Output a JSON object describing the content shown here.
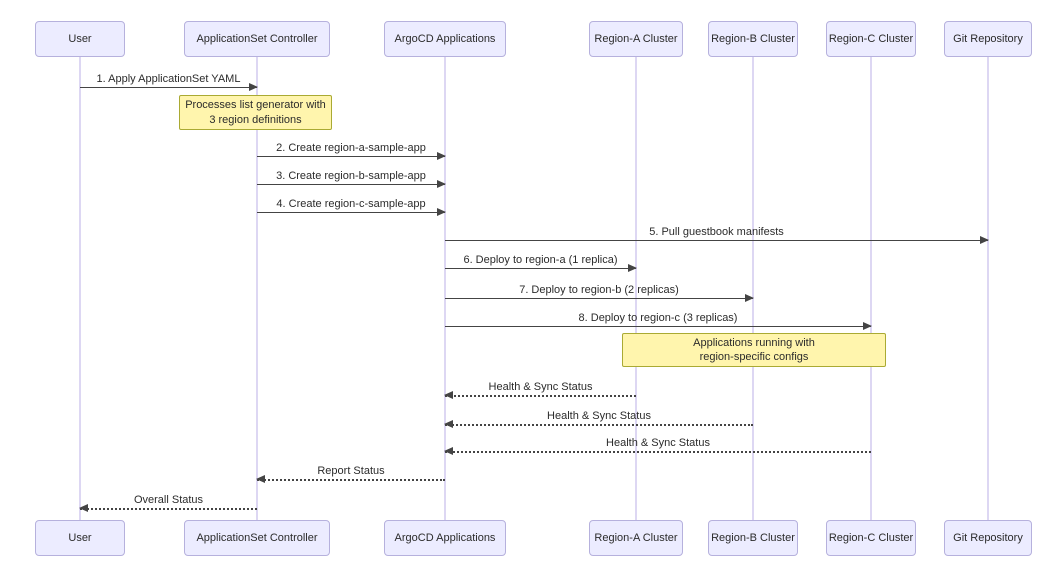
{
  "diagram": {
    "type": "sequence-diagram",
    "actors": [
      {
        "id": "user",
        "label": "User"
      },
      {
        "id": "appset",
        "label": "ApplicationSet Controller"
      },
      {
        "id": "argocd",
        "label": "ArgoCD Applications"
      },
      {
        "id": "region_a",
        "label": "Region-A Cluster"
      },
      {
        "id": "region_b",
        "label": "Region-B Cluster"
      },
      {
        "id": "region_c",
        "label": "Region-C Cluster"
      },
      {
        "id": "git",
        "label": "Git Repository"
      }
    ],
    "messages": [
      {
        "from": "user",
        "to": "appset",
        "line": "solid",
        "label": "1. Apply ApplicationSet YAML"
      },
      {
        "from": "appset",
        "to": "argocd",
        "line": "solid",
        "label": "2. Create region-a-sample-app"
      },
      {
        "from": "appset",
        "to": "argocd",
        "line": "solid",
        "label": "3. Create region-b-sample-app"
      },
      {
        "from": "appset",
        "to": "argocd",
        "line": "solid",
        "label": "4. Create region-c-sample-app"
      },
      {
        "from": "argocd",
        "to": "git",
        "line": "solid",
        "label": "5. Pull guestbook manifests"
      },
      {
        "from": "argocd",
        "to": "region_a",
        "line": "solid",
        "label": "6. Deploy to region-a (1 replica)"
      },
      {
        "from": "argocd",
        "to": "region_b",
        "line": "solid",
        "label": "7. Deploy to region-b (2 replicas)"
      },
      {
        "from": "argocd",
        "to": "region_c",
        "line": "solid",
        "label": "8. Deploy to region-c (3 replicas)"
      },
      {
        "from": "region_a",
        "to": "argocd",
        "line": "dashed",
        "label": "Health & Sync Status"
      },
      {
        "from": "region_b",
        "to": "argocd",
        "line": "dashed",
        "label": "Health & Sync Status"
      },
      {
        "from": "region_c",
        "to": "argocd",
        "line": "dashed",
        "label": "Health & Sync Status"
      },
      {
        "from": "argocd",
        "to": "appset",
        "line": "dashed",
        "label": "Report Status"
      },
      {
        "from": "appset",
        "to": "user",
        "line": "dashed",
        "label": "Overall Status"
      }
    ],
    "notes": [
      {
        "over": "appset",
        "label": "Processes list generator with\n3 region definitions"
      },
      {
        "over": "region_a region_b region_c",
        "label": "Applications running with\nregion-specific configs"
      }
    ],
    "colors": {
      "actor_fill": "#ECECFF",
      "actor_border": "#b6b1dd",
      "lifeline": "#ddd7f3",
      "note_fill": "#fff5ad",
      "note_border": "#aaaa33",
      "line": "#444444",
      "text": "#2b2b2b",
      "background": "#ffffff"
    }
  }
}
